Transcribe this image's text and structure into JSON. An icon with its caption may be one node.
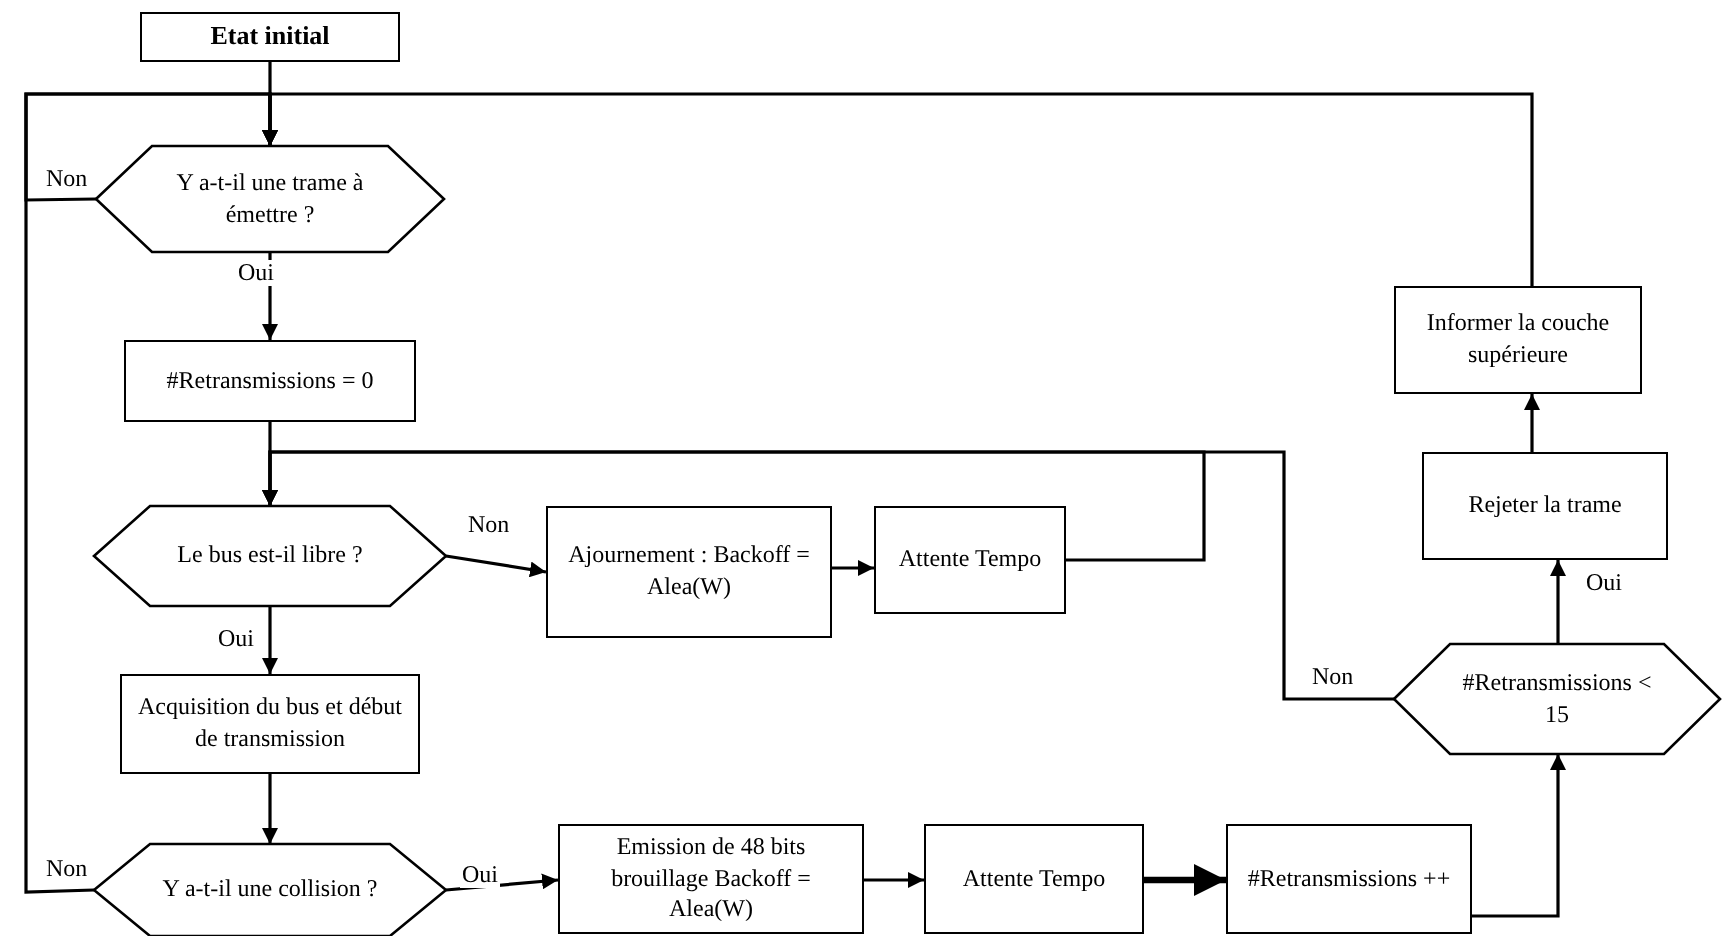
{
  "diagram": {
    "nodes": [
      {
        "text": [
          "Etat initial"
        ]
      },
      {
        "text": [
          "Y a-t-il une trame à émettre ?"
        ]
      },
      {
        "text": [
          "#Retransmissions = 0"
        ]
      },
      {
        "text": [
          "Le bus est-il libre ?"
        ]
      },
      {
        "text": [
          "Ajournement : Backoff = Alea(W)"
        ]
      },
      {
        "text": [
          "Attente Tempo"
        ]
      },
      {
        "text": [
          "Acquisition du bus et début de transmission"
        ]
      },
      {
        "text": [
          "Y a-t-il une collision ?"
        ]
      },
      {
        "text": [
          "Emission de 48 bits brouillage Backoff = Alea(W)"
        ]
      },
      {
        "text": [
          "Attente Tempo"
        ]
      },
      {
        "text": [
          "#Retransmissions ++"
        ]
      },
      {
        "text": [
          "#Retransmissions < 15"
        ]
      },
      {
        "text": [
          "Rejeter la trame"
        ]
      },
      {
        "text": [
          "Informer la couche supérieure"
        ]
      }
    ],
    "edges": [
      {
        "from": 0,
        "to": 1,
        "arrow": "to"
      },
      {
        "from": 1,
        "to": 1,
        "label": "Non",
        "arrow": "to"
      },
      {
        "from": 7,
        "to": 1,
        "label": "Non",
        "arrow": "to"
      },
      {
        "from": 13,
        "to": 1,
        "arrow": "to"
      },
      {
        "from": 1,
        "to": 2,
        "label": "Oui",
        "arrow": "to"
      },
      {
        "from": 2,
        "to": 3,
        "arrow": "to"
      },
      {
        "from": 3,
        "to": 4,
        "label": "Non",
        "arrow": "to"
      },
      {
        "from": 4,
        "to": 5,
        "arrow": "to"
      },
      {
        "from": 5,
        "to": 3,
        "arrow": "to"
      },
      {
        "from": 11,
        "to": 3,
        "label": "Non",
        "arrow": "to"
      },
      {
        "from": 3,
        "to": 6,
        "label": "Oui",
        "arrow": "to"
      },
      {
        "from": 6,
        "to": 7,
        "arrow": "to"
      },
      {
        "from": 7,
        "to": 8,
        "label": "Oui",
        "arrow": "to"
      },
      {
        "from": 8,
        "to": 9,
        "arrow": "to"
      },
      {
        "from": 9,
        "to": 10,
        "arrow": "to",
        "style": "thick"
      },
      {
        "from": 10,
        "to": 11,
        "arrow": "to"
      },
      {
        "from": 11,
        "to": 12,
        "label": "Oui",
        "arrow": "to"
      },
      {
        "from": 12,
        "to": 13,
        "arrow": "to"
      }
    ]
  }
}
